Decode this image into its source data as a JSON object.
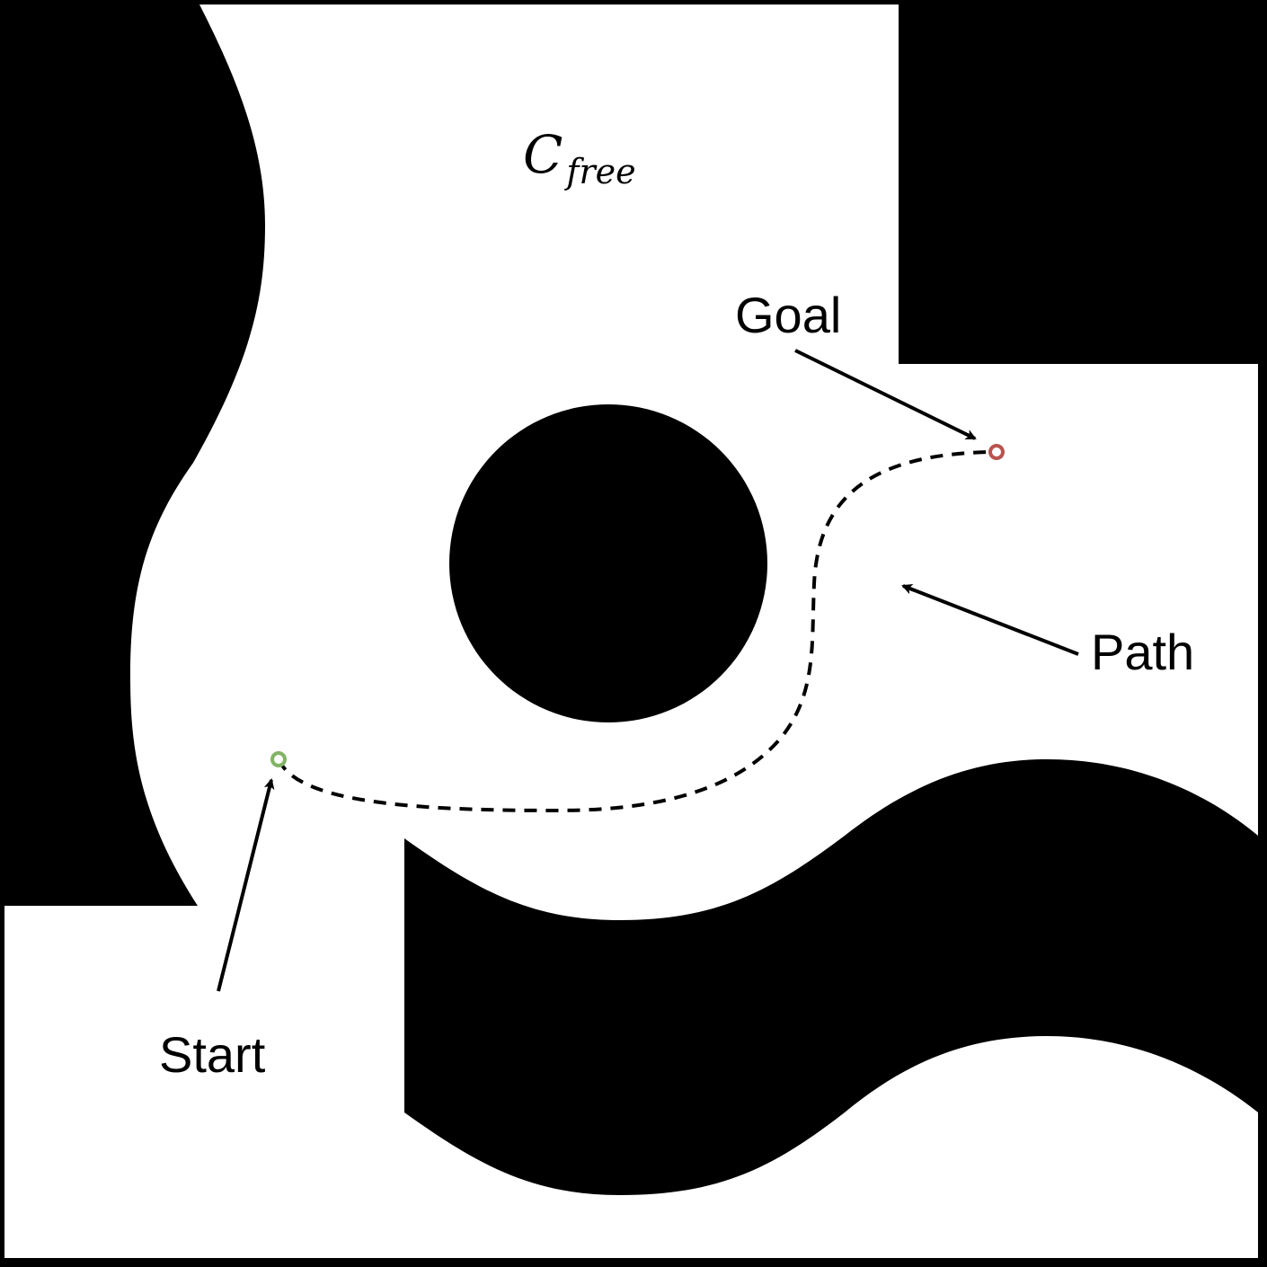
{
  "labels": {
    "cfree_symbol": "C",
    "cfree_subscript": "free",
    "goal": "Goal",
    "path": "Path",
    "start": "Start"
  },
  "colors": {
    "obstacle": "#000000",
    "free_space": "#ffffff",
    "start_marker": "#82b366",
    "goal_marker": "#b85450"
  }
}
